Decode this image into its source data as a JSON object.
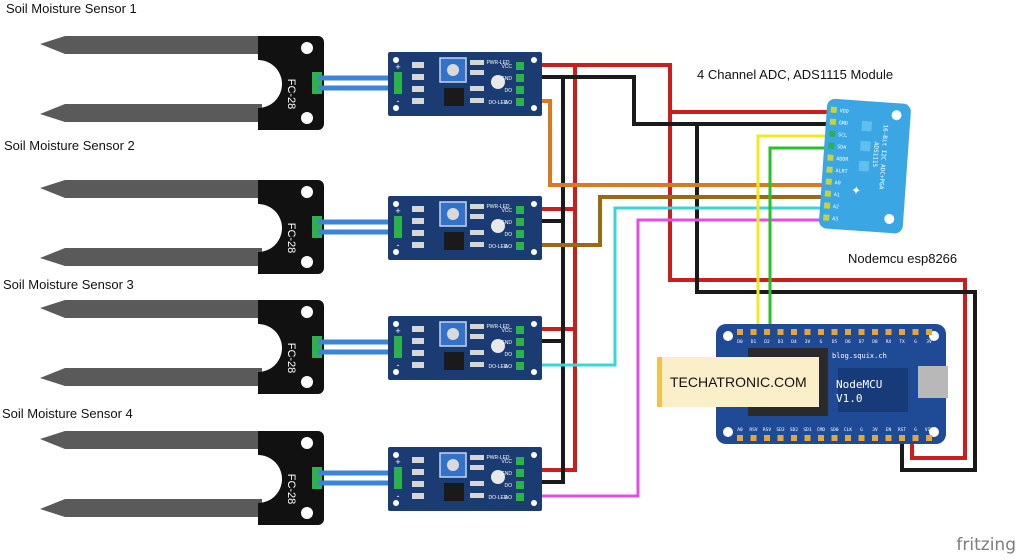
{
  "labels": {
    "sensor1": "Soil Moisture Sensor 1",
    "sensor2": "Soil Moisture Sensor 2",
    "sensor3": "Soil Moisture Sensor 3",
    "sensor4": "Soil Moisture Sensor 4",
    "adc_title": "4 Channel ADC, ADS1115 Module",
    "mcu_title": "Nodemcu esp8266"
  },
  "probe_text": "FC-28",
  "module": {
    "pins": [
      "VCC",
      "GND",
      "DO",
      "AO"
    ],
    "power_led": "PWR-LED",
    "do_led": "DO-LED"
  },
  "adc": {
    "pins": [
      "VDD",
      "GND",
      "SCL",
      "SDA",
      "ADDR",
      "ALRT",
      "A0",
      "A1",
      "A2",
      "A3"
    ],
    "board_text_1": "16-Bit I2C ADC+PGA",
    "board_text_2": "ADS1115"
  },
  "mcu": {
    "site": "blog.squix.ch",
    "name_line1": "NodeMCU",
    "name_line2": "V1.0",
    "top_pins": [
      "D0",
      "D1",
      "D2",
      "D3",
      "D4",
      "3V",
      "G",
      "D5",
      "D6",
      "D7",
      "D8",
      "RX",
      "TX",
      "G",
      "3V"
    ],
    "bottom_pins": [
      "A0",
      "RSV",
      "RSV",
      "SD3",
      "SD2",
      "SD1",
      "CMD",
      "SD0",
      "CLK",
      "G",
      "3V",
      "EN",
      "RST",
      "G",
      "VIN"
    ]
  },
  "watermark": "TECHATRONIC.COM",
  "brand": "fritzing",
  "colors": {
    "vcc_wire": "#c81e1e",
    "gnd_wire": "#1a1a1a",
    "a0_wire": "#d97a1f",
    "a1_wire": "#9a6a12",
    "a2_wire": "#38d6d6",
    "a3_wire": "#e24ee0",
    "scl_wire": "#f0ea24",
    "sda_wire": "#27c227",
    "probe_wire": "#3a86d4",
    "module_pcb": "#1b3b73",
    "adc_pcb": "#3aa6e4",
    "mcu_pcb": "#1f4b96",
    "probe_body": "#5a5a5a",
    "probe_head": "#111111"
  }
}
